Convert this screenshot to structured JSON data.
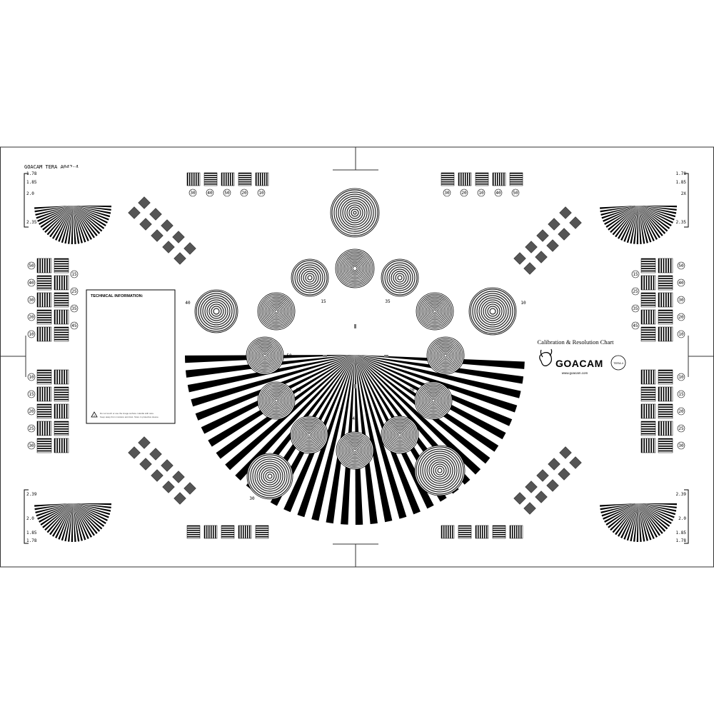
{
  "chart_header": {
    "model": "GOACAM TERA A042-4"
  },
  "technical_info": {
    "title": "TECHNICAL INFORMATION:",
    "warning_line1": "Do not touch or use the image surface. Handle with care.",
    "warning_line2": "Keep away from moisture and dust. Store in protective sleeve."
  },
  "branding": {
    "chart_title": "Calibration & Resolution Chart",
    "brand": "GOACAM",
    "url": "www.goacam.com",
    "partner_badge": "TERA 4"
  },
  "sector_star_scales": {
    "top_left": [
      "1.78",
      "1.85",
      "2.0",
      "2.35"
    ],
    "top_right": [
      "1.78",
      "1.85",
      "2X",
      "2.35"
    ],
    "bottom_left": [
      "2.39",
      "2.0",
      "1.85",
      "1.78"
    ],
    "bottom_right": [
      "2.39",
      "2.0",
      "1.85",
      "1.78"
    ]
  },
  "resolution_numbers": {
    "top_bars_left": [
      "30",
      "40",
      "50",
      "20",
      "10"
    ],
    "top_bars_right": [
      "30",
      "20",
      "10",
      "40",
      "50"
    ],
    "side_left_upper": [
      "50",
      "40",
      "30",
      "20",
      "10"
    ],
    "side_left_upper_right": [
      "15",
      "25",
      "35",
      "45"
    ],
    "side_left_lower": [
      "10",
      "15",
      "20",
      "25",
      "30"
    ],
    "side_right_upper": [
      "50",
      "40",
      "30",
      "20",
      "10"
    ],
    "side_right_upper_left": [
      "15",
      "25",
      "35",
      "45"
    ],
    "side_right_lower": [
      "10",
      "15",
      "20",
      "25",
      "30"
    ],
    "center_circles": [
      "40",
      "10",
      "15",
      "35",
      "50",
      "20",
      "25",
      "45",
      "30"
    ]
  },
  "colors": {
    "ink": "#000000",
    "paper": "#ffffff",
    "frame": "#333333"
  },
  "icons": {
    "warning": "warning-icon",
    "logo": "goat-logo-icon"
  }
}
